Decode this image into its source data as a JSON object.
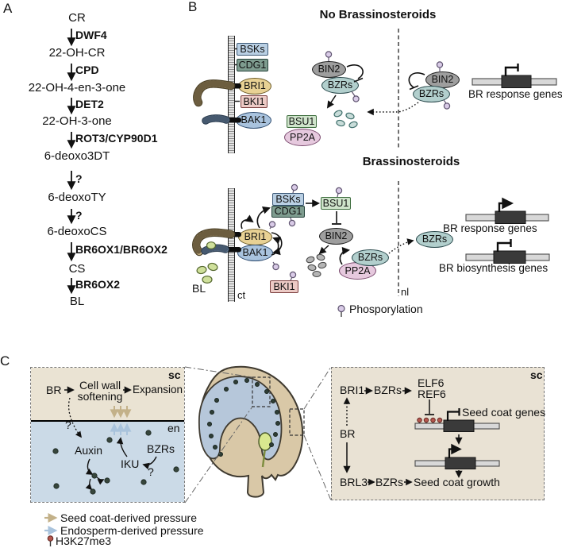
{
  "figure": {
    "panel_a_label": "A",
    "panel_b_label": "B",
    "panel_c_label": "C"
  },
  "panelA": {
    "compounds": [
      "CR",
      "22-OH-CR",
      "22-OH-4-en-3-one",
      "22-OH-3-one",
      "6-deoxo3DT",
      "6-deoxoTY",
      "6-deoxoCS",
      "CS",
      "BL"
    ],
    "enzymes": [
      "DWF4",
      "CPD",
      "DET2",
      "ROT3/CYP90D1",
      "?",
      "?",
      "BR6OX1/BR6OX2",
      "BR6OX2"
    ]
  },
  "panelB": {
    "no_br_title": "No Brassinosteroids",
    "br_title": "Brassinosteroids",
    "proteins": {
      "bsks": "BSKs",
      "cdg1": "CDG1",
      "bri1": "BRI1",
      "bki1": "BKI1",
      "bak1": "BAK1",
      "bsu1": "BSU1",
      "pp2a": "PP2A",
      "bin2": "BIN2",
      "bzrs": "BZRs"
    },
    "ligand": "BL",
    "compartments": {
      "ct": "ct",
      "nl": "nl"
    },
    "genes": {
      "response": "BR response genes",
      "biosynthesis": "BR biosynthesis genes"
    },
    "legend": {
      "phosphorylation": "Phosporylation"
    }
  },
  "panelC": {
    "compartments": {
      "sc": "sc",
      "en": "en"
    },
    "left": {
      "br": "BR",
      "cell_wall_1": "Cell wall",
      "cell_wall_2": "softening",
      "expansion": "Expansion",
      "auxin": "Auxin",
      "iku": "IKU",
      "bzrs": "BZRs",
      "q1": "?",
      "q2": "?"
    },
    "right": {
      "bri1": "BRI1",
      "bzrs": "BZRs",
      "elf6": "ELF6",
      "ref6": "REF6",
      "br": "BR",
      "seed_coat_genes": "Seed coat genes",
      "brl3": "BRL3",
      "seed_coat_growth": "Seed coat growth"
    },
    "legend": {
      "seed_pressure": "Seed coat-derived pressure",
      "endosperm_pressure": "Endosperm-derived pressure",
      "h3k27me3": "H3K27me3"
    }
  },
  "colors": {
    "bsks": "#b9cfe3",
    "cdg1": "#7e9c8f",
    "bri1": "#e8d194",
    "bki1": "#eccac5",
    "bak1": "#a9c3de",
    "bsu1": "#cfe4cb",
    "pp2a": "#e6c9de",
    "bin2": "#9e9e9e",
    "bzrs": "#b2cfcd",
    "bl_ligand": "#cfe09b",
    "phosphate": "#d9cbe7",
    "gene_bar": "#d8d8d8",
    "gene_box": "#3a3a3a",
    "seed_coat_fill": "#d9c8a7",
    "endosperm_fill": "#b6c7da",
    "embryo": "#d9e88f",
    "sc_panel_bg": "#eae3d3",
    "en_panel_bg": "#cbdae7",
    "seed_pressure_arrow": "#c3b189",
    "endosperm_pressure_arrow": "#a9c3dc",
    "h3k27me3": "#b4574e"
  }
}
